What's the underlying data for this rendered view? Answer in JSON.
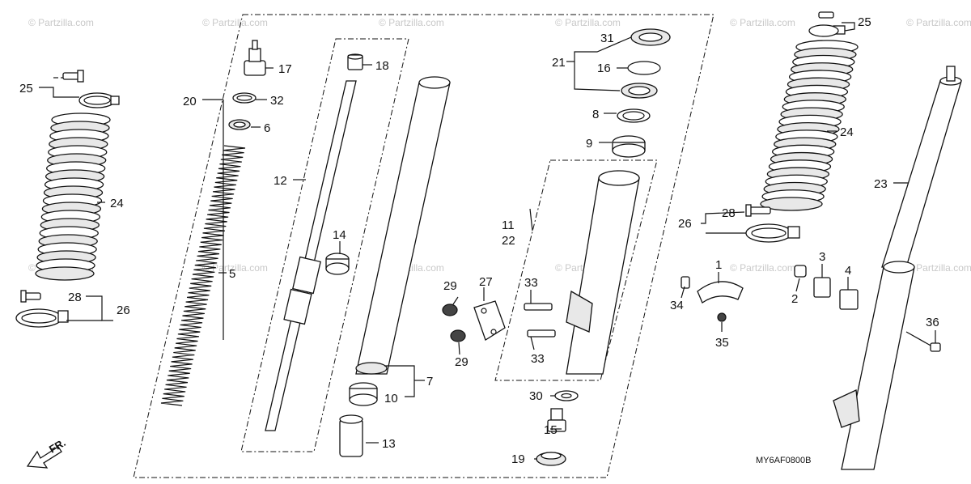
{
  "watermark": "© Partzilla.com",
  "diagram_code": "MY6AF0800B",
  "direction_label": "FR.",
  "callouts": [
    "1",
    "2",
    "3",
    "4",
    "5",
    "6",
    "7",
    "8",
    "9",
    "10",
    "11",
    "12",
    "13",
    "14",
    "15",
    "16",
    "17",
    "18",
    "19",
    "20",
    "21",
    "22",
    "23",
    "24",
    "25",
    "26",
    "27",
    "28",
    "29",
    "30",
    "31",
    "32",
    "33",
    "34",
    "35",
    "36"
  ]
}
